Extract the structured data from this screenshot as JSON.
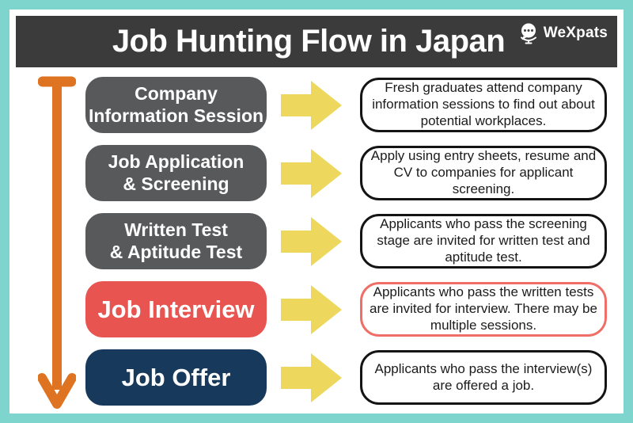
{
  "title": "Job Hunting Flow in Japan",
  "logo_text": "WeXpats",
  "colors": {
    "frame_teal": "#7ED5CE",
    "header_gray": "#3B3B3B",
    "step_gray": "#58595B",
    "accent_red": "#E85450",
    "accent_red_border": "#EF6E67",
    "accent_navy": "#17395C",
    "arrow_yellow": "#EDD75D",
    "timeline_orange": "#DE7321",
    "description_border": "#141414"
  },
  "steps": [
    {
      "label": "Company\nInformation Session",
      "style": "gray",
      "description": "Fresh graduates attend company information sessions to find out about potential workplaces."
    },
    {
      "label": "Job Application\n& Screening",
      "style": "gray",
      "description": "Apply using entry sheets, resume and CV to companies for applicant screening."
    },
    {
      "label": "Written Test\n& Aptitude Test",
      "style": "gray",
      "description": "Applicants who pass the screening stage are invited for written test and aptitude test."
    },
    {
      "label": "Job Interview",
      "style": "red",
      "description": "Applicants who pass the written tests are invited for interview. There may be multiple sessions."
    },
    {
      "label": "Job Offer",
      "style": "navy",
      "description": "Applicants who pass the interview(s) are offered a job."
    }
  ]
}
